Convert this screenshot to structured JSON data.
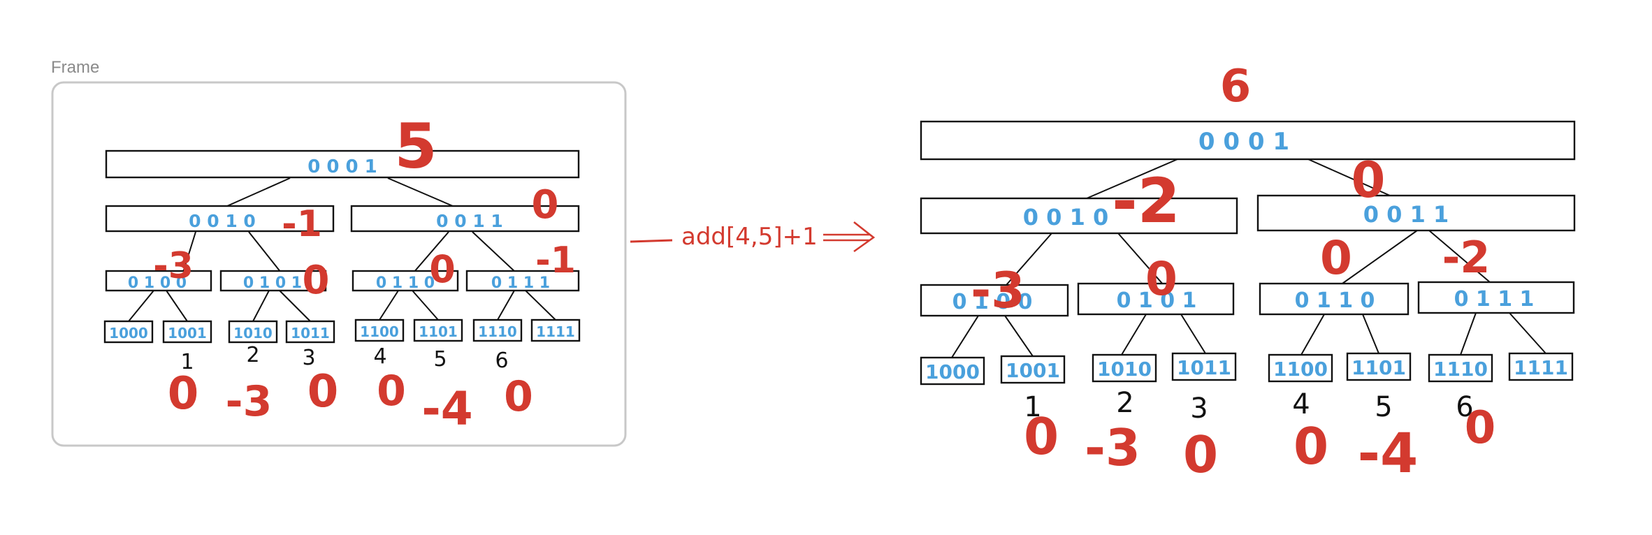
{
  "frame": {
    "label": "Frame"
  },
  "operation": {
    "label": "add[4,5]+1"
  },
  "left_tree": {
    "nodes": [
      {
        "bits": "0 0 0 1"
      },
      {
        "bits": "0 0 1 0"
      },
      {
        "bits": "0 0 1 1"
      },
      {
        "bits": "0 1 0 0"
      },
      {
        "bits": "0 1 0 1"
      },
      {
        "bits": "0 1 1 0"
      },
      {
        "bits": "0 1 1 1"
      },
      {
        "bits": "1000"
      },
      {
        "bits": "1001"
      },
      {
        "bits": "1010"
      },
      {
        "bits": "1011"
      },
      {
        "bits": "1100"
      },
      {
        "bits": "1101"
      },
      {
        "bits": "1110"
      },
      {
        "bits": "1111"
      }
    ],
    "leaf_indices": [
      "1",
      "2",
      "3",
      "4",
      "5",
      "6"
    ],
    "annotations": {
      "root": "5",
      "n0010": "-1",
      "n0011": "0",
      "n0100": "-3",
      "n0101": "0",
      "n0110": "0",
      "n0111": "-1",
      "leaf_values": [
        "0",
        "-3",
        "0",
        "0",
        "-4",
        "0"
      ]
    }
  },
  "right_tree": {
    "nodes": [
      {
        "bits": "0 0 0 1"
      },
      {
        "bits": "0 0 1 0"
      },
      {
        "bits": "0 0 1 1"
      },
      {
        "bits": "0 1 0 0"
      },
      {
        "bits": "0 1 0 1"
      },
      {
        "bits": "0 1 1 0"
      },
      {
        "bits": "0 1 1 1"
      },
      {
        "bits": "1000"
      },
      {
        "bits": "1001"
      },
      {
        "bits": "1010"
      },
      {
        "bits": "1011"
      },
      {
        "bits": "1100"
      },
      {
        "bits": "1101"
      },
      {
        "bits": "1110"
      },
      {
        "bits": "1111"
      }
    ],
    "leaf_indices": [
      "1",
      "2",
      "3",
      "4",
      "5",
      "6"
    ],
    "annotations": {
      "root": "6",
      "n0010": "-2",
      "n0011": "0",
      "n0100": "-3",
      "n0101": "0",
      "n0110": "0",
      "n0111": "-2",
      "leaf_values": [
        "0",
        "-3",
        "0",
        "0",
        "-4",
        "0"
      ]
    }
  },
  "colors": {
    "ink": "#d33a2f",
    "bits": "#4aa0dc",
    "frame": "#c8c8c8"
  }
}
